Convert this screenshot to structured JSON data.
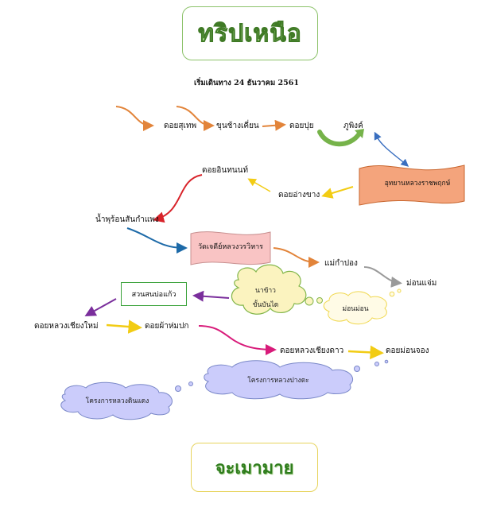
{
  "title": "ทริปเหนือ",
  "subtitle": "เริ่มเดินทาง 24 ธันวาคม 2561",
  "places": {
    "doi_suthep": "ดอยสุเทพ",
    "khun_chang_kian": "ขุนช้างเคี่ยน",
    "doi_pui": "ดอยปุย",
    "phu_ping": "ภูพิงค์",
    "royal_park": "อุทยานหลวงราชพฤกษ์",
    "doi_ang_khang": "ดอยอ่างขาง",
    "doi_inthanon": "ดอยอินทนนท์",
    "nam_phu_ron": "น้ำพุร้อนสันกำแพง",
    "wat_chedi_luang": "วัดเจดีย์หลวงวรวิหาร",
    "mae_kampong": "แม่กำปอง",
    "mon_jam": "ม่อนแจ่ม",
    "na_khao": "นาข้าว",
    "khan_bandai": "ขั้นบันได",
    "mon_mon": "ม่อนม่อน",
    "suan_lan_bo_kaeo": "สวนสนบ่อแก้ว",
    "doi_luang_chiang_mai": "ดอยหลวงเชียงใหม่",
    "doi_pha_hom_pok": "ดอยผ้าห่มปก",
    "doi_luang_chiang_dao": "ดอยหลวงเชียงดาว",
    "doi_mon_jong": "ดอยม่อนจอง",
    "royal_project_pang_da": "โครงการหลวงปางดะ",
    "royal_project_din_daeng": "โครงการหลวงดินแดง"
  },
  "ending": "จะเมามาย",
  "colors": {
    "orange": "#e2843a",
    "blue": "#3a6fc0",
    "yellow": "#f2cc14",
    "red": "#d8232a",
    "teal": "#1d6aa8",
    "gray": "#9a9a9a",
    "purple": "#7a2e9c",
    "pink": "#d81b7a",
    "green": "#76b34a"
  }
}
